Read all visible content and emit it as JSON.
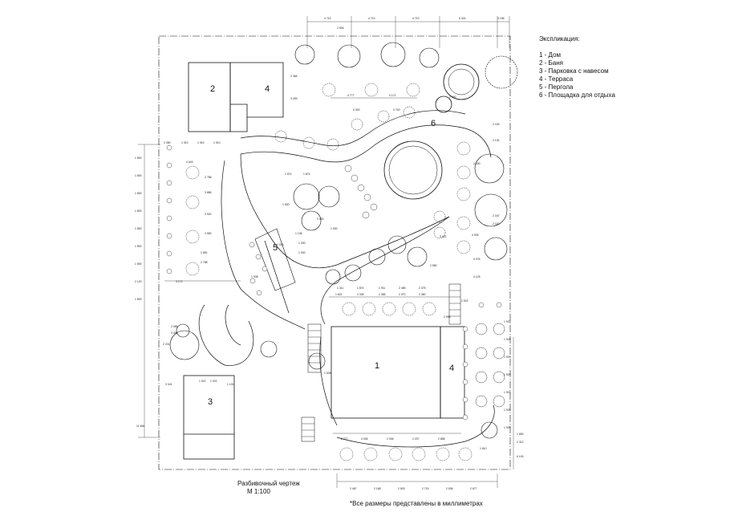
{
  "legend": {
    "title": "Экспликация:",
    "items": [
      "1 - Дом",
      "2 - Баня",
      "3 - Парковка с навесом",
      "4 - Терраса",
      "5 - Пергола",
      "6 - Площадка для отдыха"
    ]
  },
  "building_labels": [
    "1",
    "2",
    "3",
    "4",
    "4",
    "5",
    "6"
  ],
  "caption": {
    "line1": "Разбивочный чертеж",
    "line2": "М 1:100"
  },
  "note": "*Все размеры представлены в миллиметрах",
  "dimensions": {
    "top_row": [
      "4 710",
      "4 710",
      "4 710",
      "6 324",
      "3 195",
      "2 506"
    ],
    "sauna_area": [
      "4 777",
      "4 171",
      "2 366",
      "3 299",
      "4 000",
      "3 700",
      "2 090",
      "2 153"
    ],
    "left_side": [
      "2 050",
      "1 910",
      "1 910",
      "1 910",
      "4 643",
      "2 786",
      "3 885",
      "3 920",
      "3 550",
      "2 891",
      "2 788",
      "3 172"
    ],
    "left_column": [
      "1 800",
      "1 800",
      "1 800",
      "1 800",
      "1 800",
      "1 800",
      "1 800",
      "2 120",
      "1 800"
    ],
    "center": [
      "1 874",
      "1 874",
      "1 530",
      "1 136",
      "1 000",
      "1 200",
      "1 000",
      "1 938",
      "2 000",
      "2 000",
      "3 622",
      "2 550"
    ],
    "front_row": [
      "1 311",
      "1 874",
      "1 911",
      "2 465",
      "2 375",
      "1 821",
      "2 335",
      "2 365",
      "2 370",
      "2 360"
    ],
    "right_side": [
      "2 132",
      "2 150",
      "2 167",
      "2 163",
      "4 939",
      "4 076",
      "4 125",
      "2 922"
    ],
    "right_column": [
      "1 929",
      "1 929",
      "1 929",
      "1 929",
      "1 929",
      "1 929",
      "1 929",
      "2 312"
    ],
    "bottom": [
      "2 467",
      "2 168",
      "2 503",
      "2 715",
      "2 536",
      "2 677"
    ],
    "house_area": [
      "2 777",
      "4 036",
      "2 006",
      "2 207",
      "2 858",
      "1 535",
      "2 996",
      "1 610"
    ],
    "parking": [
      "1 022",
      "1 022",
      "3 041",
      "1 101"
    ],
    "misc": [
      "2 086",
      "3 400",
      "2 231",
      "11 466",
      "1 650",
      "6 100"
    ]
  }
}
